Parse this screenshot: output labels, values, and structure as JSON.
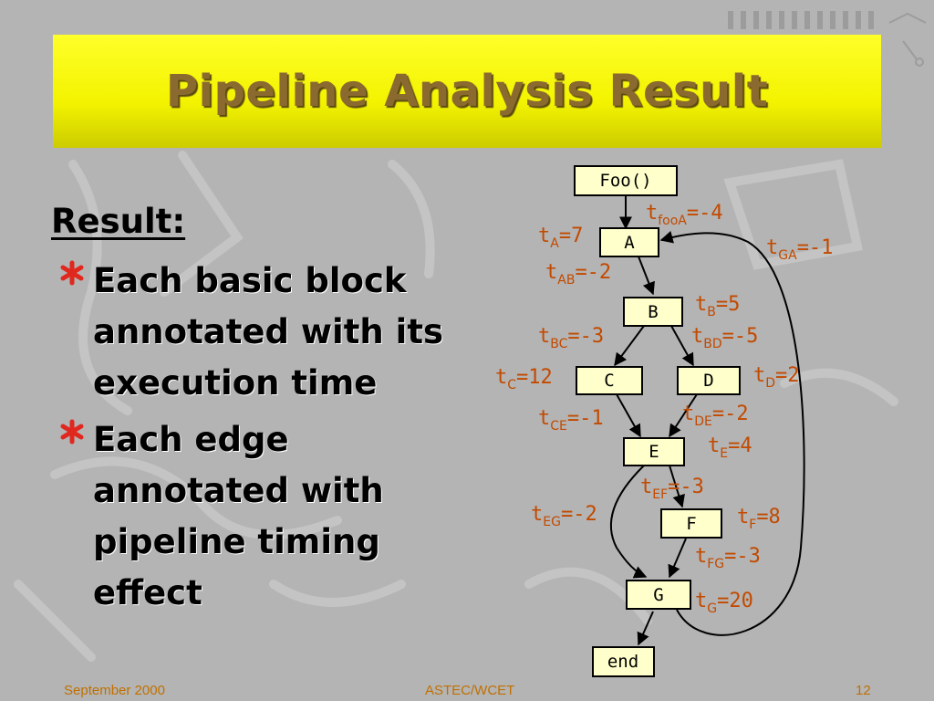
{
  "slide": {
    "title": "Pipeline Analysis Result",
    "heading": "Result:",
    "bullets": [
      {
        "text": "Each basic block annotated with its execution time"
      },
      {
        "text": "Each edge annotated with pipeline timing effect"
      }
    ],
    "colors": {
      "title_bar": "#f3f300",
      "title_text": "#8b6a2f",
      "annotation": "#c24a00",
      "node_fill": "#ffffcc",
      "bullet_star": "#e0281e",
      "footer": "#c07000"
    }
  },
  "diagram": {
    "nodes": [
      {
        "id": "foo",
        "label": "Foo()"
      },
      {
        "id": "A",
        "label": "A"
      },
      {
        "id": "B",
        "label": "B"
      },
      {
        "id": "C",
        "label": "C"
      },
      {
        "id": "D",
        "label": "D"
      },
      {
        "id": "E",
        "label": "E"
      },
      {
        "id": "F",
        "label": "F"
      },
      {
        "id": "G",
        "label": "G"
      },
      {
        "id": "end",
        "label": "end"
      }
    ],
    "annotations": {
      "fooA": {
        "base": "t",
        "sub": "fooA",
        "value": "=-4"
      },
      "GA": {
        "base": "t",
        "sub": "GA",
        "value": "=-1"
      },
      "A": {
        "base": "t",
        "sub": "A",
        "value": "=7"
      },
      "AB": {
        "base": "t",
        "sub": "AB",
        "value": "=-2"
      },
      "B": {
        "base": "t",
        "sub": "B",
        "value": "=5"
      },
      "BC": {
        "base": "t",
        "sub": "BC",
        "value": "=-3"
      },
      "BD": {
        "base": "t",
        "sub": "BD",
        "value": "=-5"
      },
      "C": {
        "base": "t",
        "sub": "C",
        "value": "=12"
      },
      "D": {
        "base": "t",
        "sub": "D",
        "value": "=2"
      },
      "CE": {
        "base": "t",
        "sub": "CE",
        "value": "=-1"
      },
      "DE": {
        "base": "t",
        "sub": "DE",
        "value": "=-2"
      },
      "E": {
        "base": "t",
        "sub": "E",
        "value": "=4"
      },
      "EF": {
        "base": "t",
        "sub": "EF",
        "value": "=-3"
      },
      "EG": {
        "base": "t",
        "sub": "EG",
        "value": "=-2"
      },
      "F": {
        "base": "t",
        "sub": "F",
        "value": "=8"
      },
      "FG": {
        "base": "t",
        "sub": "FG",
        "value": "=-3"
      },
      "G": {
        "base": "t",
        "sub": "G",
        "value": "=20"
      }
    }
  },
  "footer": {
    "date": "September 2000",
    "center": "ASTEC/WCET",
    "page": "12"
  }
}
